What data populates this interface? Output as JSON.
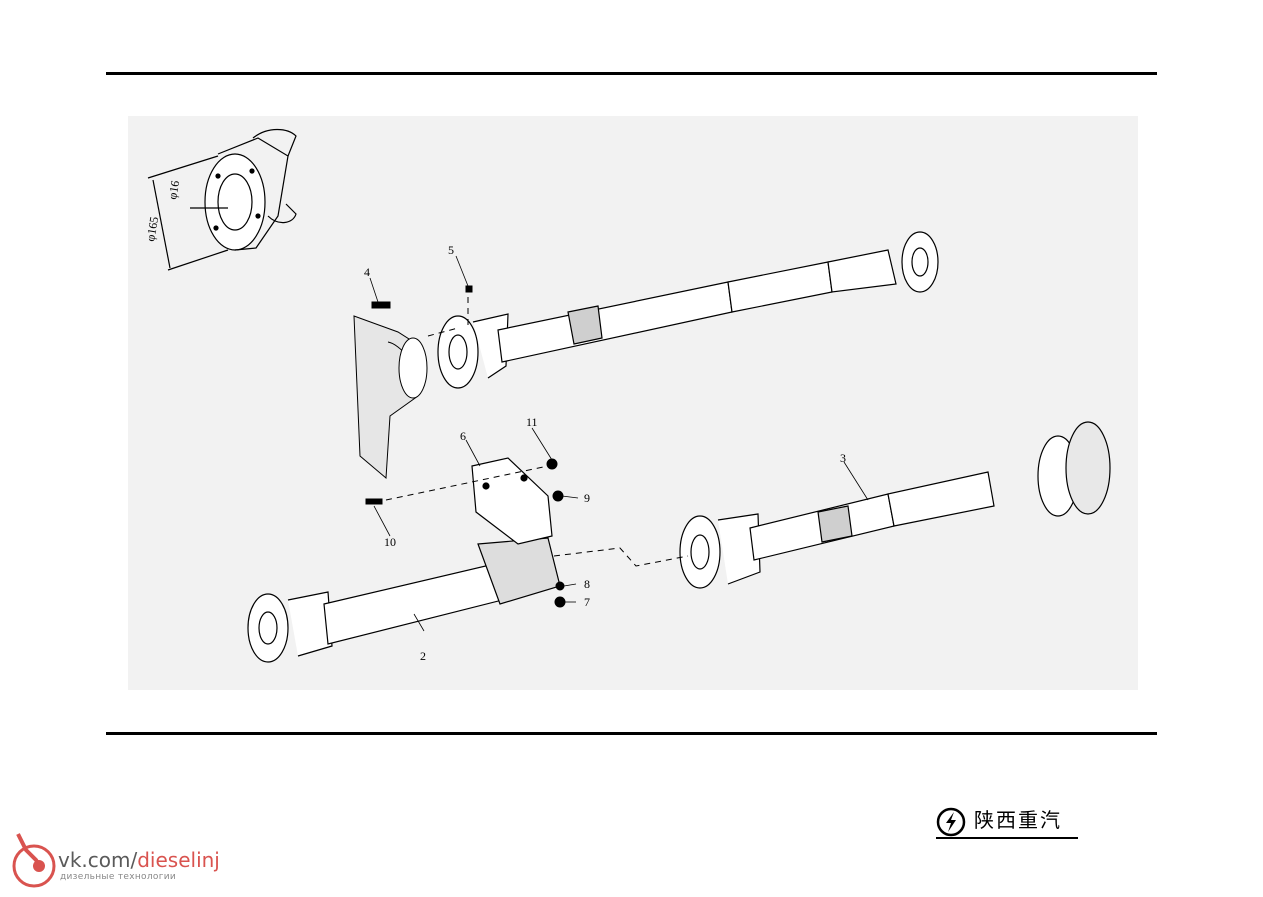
{
  "diagram": {
    "inset": {
      "dim_outer": "φ165",
      "dim_inner": "φ16"
    },
    "callouts": [
      "2",
      "3",
      "4",
      "5",
      "6",
      "7",
      "8",
      "9",
      "10",
      "11"
    ]
  },
  "brand": {
    "text": "陕西重汽"
  },
  "watermark": {
    "url_prefix": "vk.com/",
    "url_accent": "dieselinj",
    "tagline": "дизельные технологии",
    "accent_color": "#d9534f"
  }
}
